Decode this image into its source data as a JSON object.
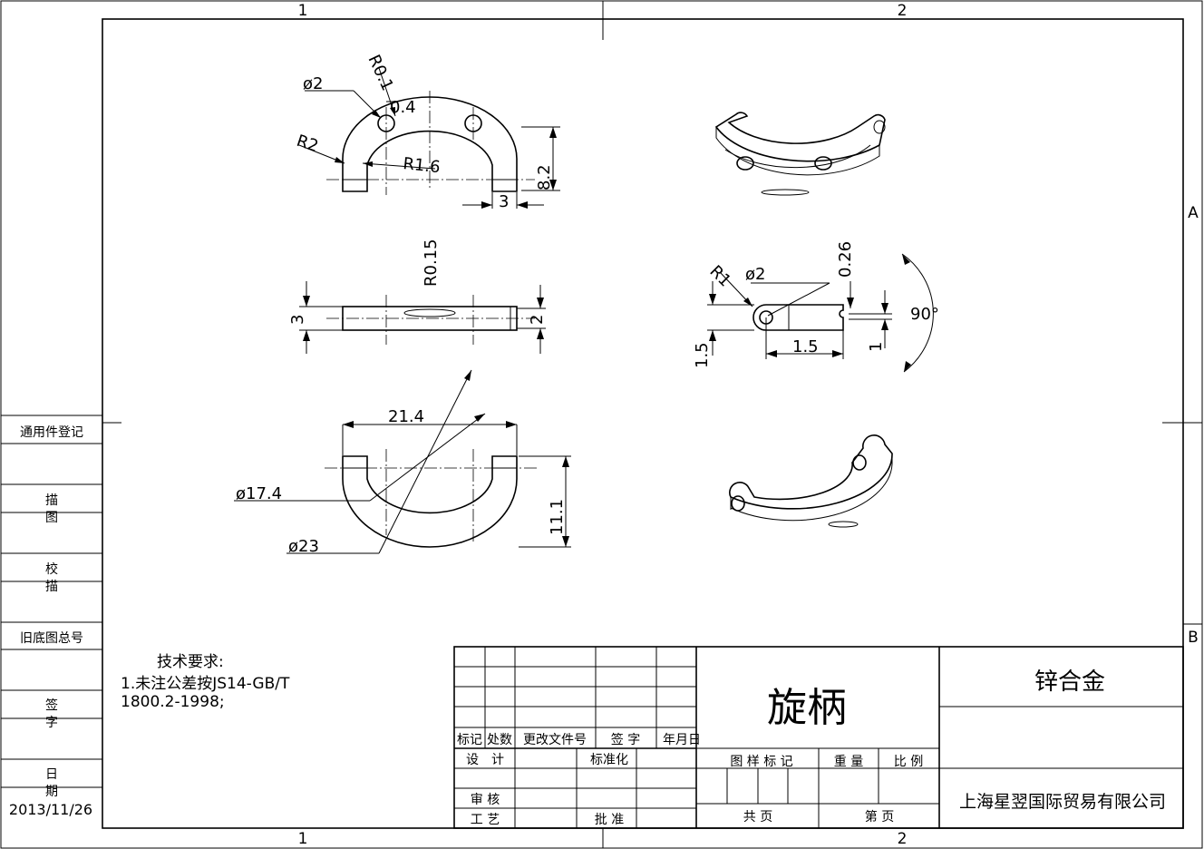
{
  "zones": {
    "top": [
      "1",
      "2"
    ],
    "bottom": [
      "1",
      "2"
    ],
    "right": [
      "A",
      "B"
    ]
  },
  "side_panel": {
    "general_register": "通用件登记",
    "trace": [
      "描",
      "图"
    ],
    "check": [
      "校",
      "描"
    ],
    "old_drawing_no": "旧底图总号",
    "signature": [
      "签",
      "字"
    ],
    "date": [
      "日",
      "期"
    ],
    "date_value": "2013/11/26"
  },
  "dimensions": {
    "top_view": [
      "ø2",
      "R0.1",
      "0.4",
      "R2",
      "R1.6",
      "8.2",
      "3"
    ],
    "middle_view": [
      "R0.15",
      "3",
      "2"
    ],
    "side_detail": [
      "R1",
      "ø2",
      "0.26",
      "90°",
      "1.5",
      "1.5",
      "1"
    ],
    "bottom_view": [
      "21.4",
      "ø17.4",
      "ø23",
      "11.1"
    ]
  },
  "tech_requirements": {
    "title": "技术要求:",
    "line1": "1.未注公差按JS14-GB/T",
    "line2": "1800.2-1998;"
  },
  "title_block": {
    "headers": [
      "标记",
      "处数",
      "更改文件号",
      "签 字",
      "年月日"
    ],
    "design": "设　计",
    "standardization": "标准化",
    "review": "审 核",
    "process": "工 艺",
    "approve": "批 准",
    "part_name": "旋柄",
    "material": "锌合金",
    "sample_mark": "图 样 标 记",
    "weight": "重 量",
    "scale": "比 例",
    "total": "共 页",
    "sheet": "第 页",
    "company": "上海星翌国际贸易有限公司"
  }
}
